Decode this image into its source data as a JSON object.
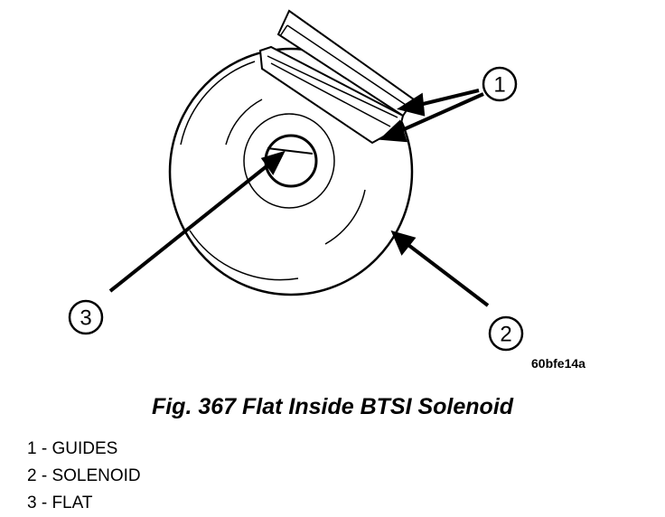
{
  "callouts": [
    {
      "number": "1"
    },
    {
      "number": "2"
    },
    {
      "number": "3"
    }
  ],
  "figure_code": "60bfe14a",
  "caption": "Fig. 367 Flat Inside BTSI Solenoid",
  "legend": [
    {
      "text": "1 - GUIDES"
    },
    {
      "text": "2 - SOLENOID"
    },
    {
      "text": "3 - FLAT"
    }
  ]
}
